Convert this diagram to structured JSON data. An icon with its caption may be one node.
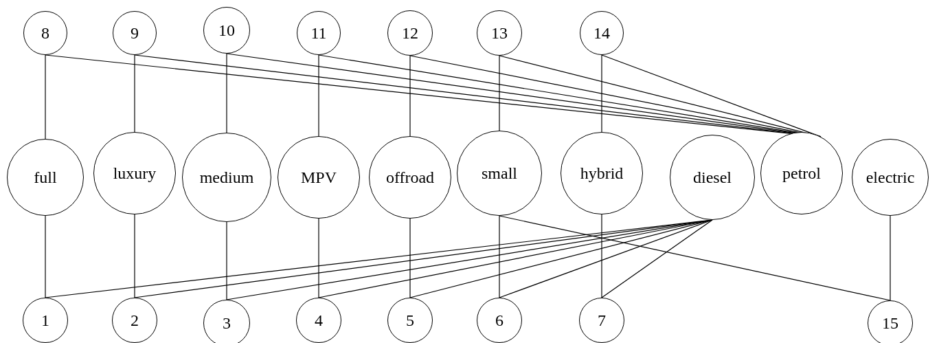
{
  "diagram": {
    "nodes": [
      {
        "text": [
          "8"
        ]
      },
      {
        "text": [
          "9"
        ]
      },
      {
        "text": [
          "10"
        ]
      },
      {
        "text": [
          "11"
        ]
      },
      {
        "text": [
          "12"
        ]
      },
      {
        "text": [
          "13"
        ]
      },
      {
        "text": [
          "14"
        ]
      },
      {
        "text": [
          "full"
        ]
      },
      {
        "text": [
          "luxury"
        ]
      },
      {
        "text": [
          "medium"
        ]
      },
      {
        "text": [
          "MPV"
        ]
      },
      {
        "text": [
          "offroad"
        ]
      },
      {
        "text": [
          "small"
        ]
      },
      {
        "text": [
          "hybrid"
        ]
      },
      {
        "text": [
          "diesel"
        ]
      },
      {
        "text": [
          "petrol"
        ]
      },
      {
        "text": [
          "electric"
        ]
      },
      {
        "text": [
          "1"
        ]
      },
      {
        "text": [
          "2"
        ]
      },
      {
        "text": [
          "3"
        ]
      },
      {
        "text": [
          "4"
        ]
      },
      {
        "text": [
          "5"
        ]
      },
      {
        "text": [
          "6"
        ]
      },
      {
        "text": [
          "7"
        ]
      },
      {
        "text": [
          "15"
        ]
      }
    ],
    "edges": [
      {
        "from": 0,
        "to": 7,
        "arrow": "none"
      },
      {
        "from": 1,
        "to": 8,
        "arrow": "none"
      },
      {
        "from": 2,
        "to": 9,
        "arrow": "none"
      },
      {
        "from": 3,
        "to": 10,
        "arrow": "none"
      },
      {
        "from": 4,
        "to": 11,
        "arrow": "none"
      },
      {
        "from": 5,
        "to": 12,
        "arrow": "none"
      },
      {
        "from": 6,
        "to": 13,
        "arrow": "none"
      },
      {
        "from": 0,
        "to": 15,
        "arrow": "none"
      },
      {
        "from": 1,
        "to": 15,
        "arrow": "none"
      },
      {
        "from": 2,
        "to": 15,
        "arrow": "none"
      },
      {
        "from": 3,
        "to": 15,
        "arrow": "none"
      },
      {
        "from": 4,
        "to": 15,
        "arrow": "none"
      },
      {
        "from": 5,
        "to": 15,
        "arrow": "none"
      },
      {
        "from": 6,
        "to": 15,
        "arrow": "none"
      },
      {
        "from": 7,
        "to": 17,
        "arrow": "none"
      },
      {
        "from": 8,
        "to": 18,
        "arrow": "none"
      },
      {
        "from": 9,
        "to": 19,
        "arrow": "none"
      },
      {
        "from": 10,
        "to": 20,
        "arrow": "none"
      },
      {
        "from": 11,
        "to": 21,
        "arrow": "none"
      },
      {
        "from": 12,
        "to": 22,
        "arrow": "none"
      },
      {
        "from": 13,
        "to": 23,
        "arrow": "none"
      },
      {
        "from": 14,
        "to": 17,
        "arrow": "none"
      },
      {
        "from": 14,
        "to": 18,
        "arrow": "none"
      },
      {
        "from": 14,
        "to": 19,
        "arrow": "none"
      },
      {
        "from": 14,
        "to": 20,
        "arrow": "none"
      },
      {
        "from": 14,
        "to": 21,
        "arrow": "none"
      },
      {
        "from": 14,
        "to": 22,
        "arrow": "none"
      },
      {
        "from": 14,
        "to": 23,
        "arrow": "none"
      },
      {
        "from": 12,
        "to": 24,
        "arrow": "none"
      },
      {
        "from": 16,
        "to": 24,
        "arrow": "none"
      }
    ]
  }
}
